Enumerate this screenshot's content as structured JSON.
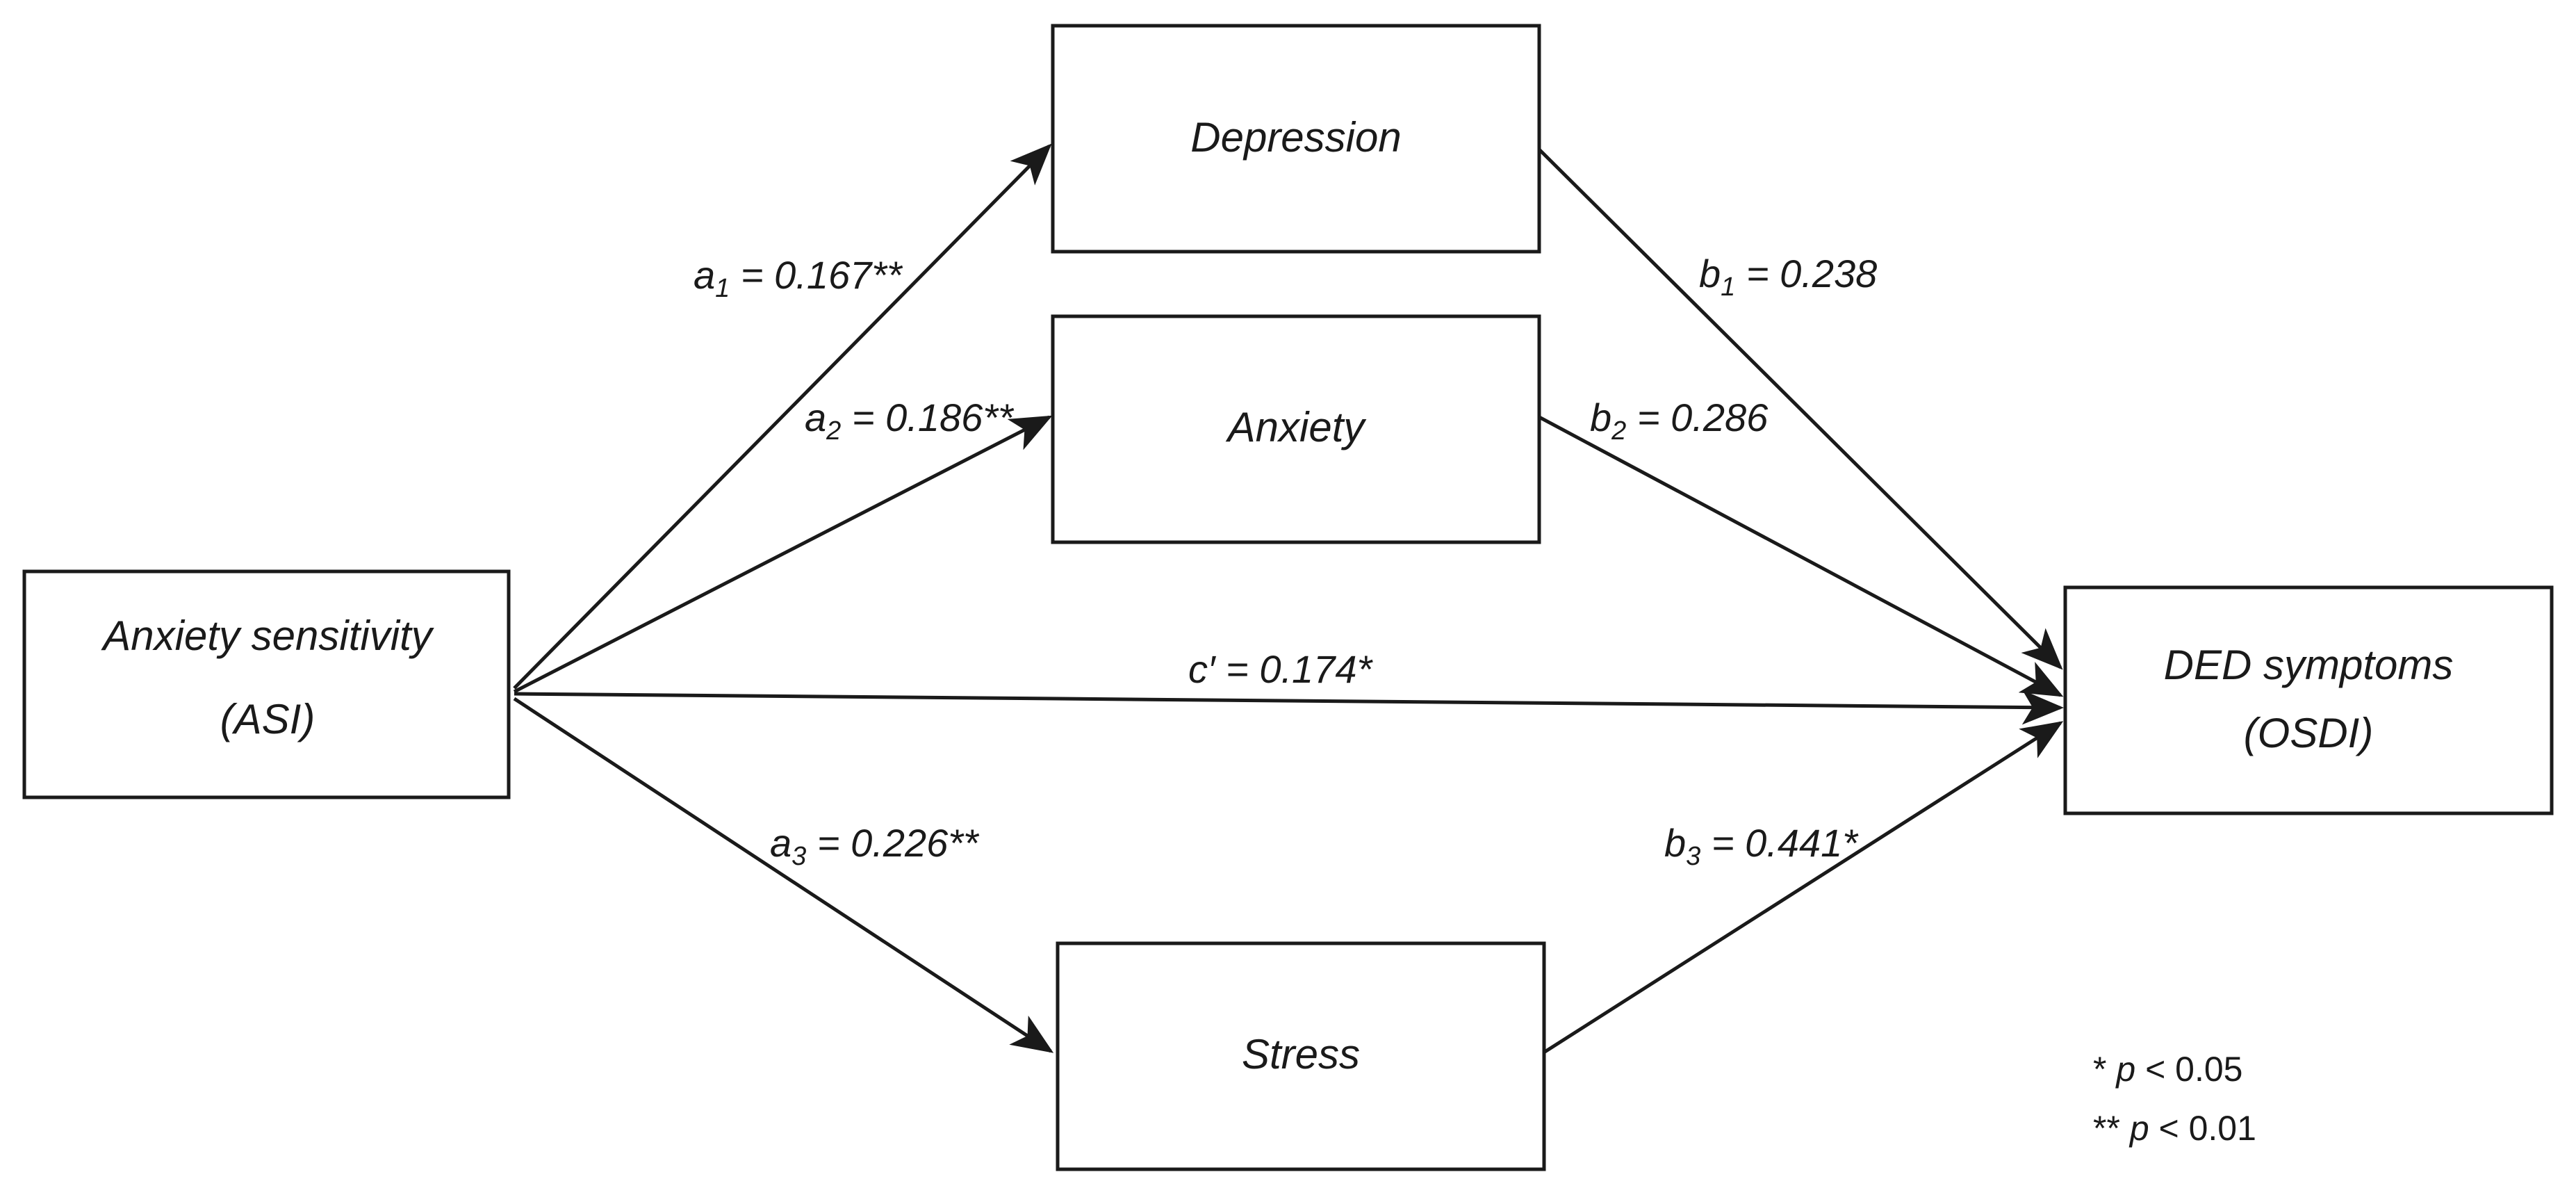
{
  "nodes": {
    "asi": {
      "line1": "Anxiety sensitivity",
      "line2": "(ASI)"
    },
    "depression": {
      "label": "Depression"
    },
    "anxiety": {
      "label": "Anxiety"
    },
    "stress": {
      "label": "Stress"
    },
    "ded": {
      "line1": "DED symptoms",
      "line2": "(OSDI)"
    }
  },
  "paths": {
    "a1": {
      "symbol": "a",
      "sub": "1",
      "value": " = 0.167**"
    },
    "a2": {
      "symbol": "a",
      "sub": "2",
      "value": " = 0.186**"
    },
    "a3": {
      "symbol": "a",
      "sub": "3",
      "value": " = 0.226**"
    },
    "b1": {
      "symbol": "b",
      "sub": "1",
      "value": " = 0.238"
    },
    "b2": {
      "symbol": "b",
      "sub": "2",
      "value": " = 0.286"
    },
    "b3": {
      "symbol": "b",
      "sub": "3",
      "value": " = 0.441*"
    },
    "c_prime": {
      "text": "c′ = 0.174*"
    }
  },
  "notes": {
    "sig1": {
      "prefix": "* ",
      "p": "p",
      "rest": " < 0.05"
    },
    "sig2": {
      "prefix": "** ",
      "p": "p",
      "rest": " < 0.01"
    }
  },
  "colors": {
    "line": "#1a1a1a",
    "background": "#ffffff"
  }
}
